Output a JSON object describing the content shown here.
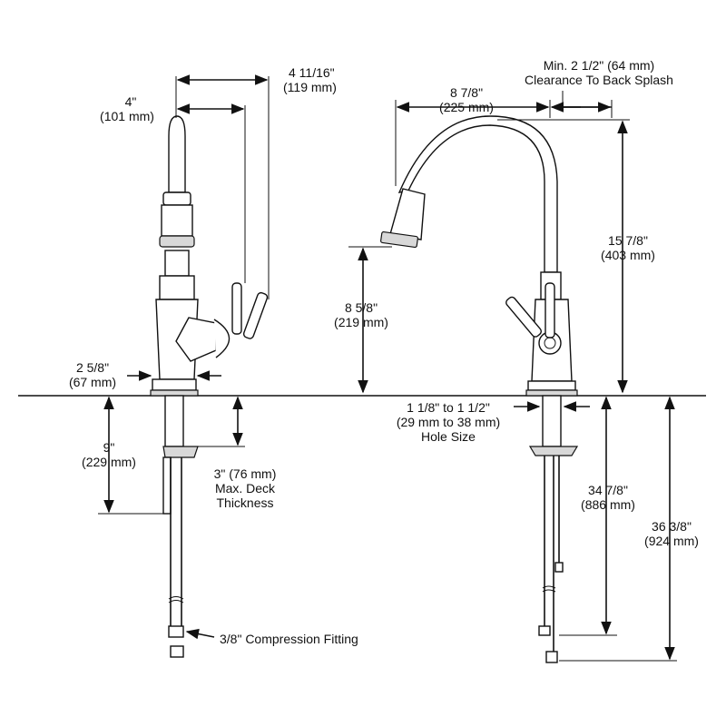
{
  "side_view": {
    "spray_reach": {
      "imperial": "4\"",
      "metric": "(101 mm)"
    },
    "handle_reach": {
      "imperial": "4 11/16\"",
      "metric": "(119 mm)"
    },
    "base_diameter": {
      "imperial": "2 5/8\"",
      "metric": "(67 mm)"
    },
    "shank_length": {
      "imperial": "9\"",
      "metric": "(229 mm)"
    },
    "deck_thickness": {
      "line1": "3\" (76 mm)",
      "line2": "Max. Deck",
      "line3": "Thickness"
    },
    "compression_fitting": "3/8\" Compression Fitting"
  },
  "front_view": {
    "back_splash": {
      "line1": "Min. 2 1/2\" (64 mm)",
      "line2": "Clearance To Back Splash"
    },
    "spout_reach": {
      "imperial": "8 7/8\"",
      "metric": "(225 mm)"
    },
    "spout_height": {
      "imperial": "8 5/8\"",
      "metric": "(219 mm)"
    },
    "overall_height": {
      "imperial": "15 7/8\"",
      "metric": "(403 mm)"
    },
    "hole_size": {
      "line1": "1 1/8\" to 1 1/2\"",
      "line2": "(29 mm to 38 mm)",
      "line3": "Hole Size"
    },
    "supply_length": {
      "imperial": "34 7/8\"",
      "metric": "(886 mm)"
    },
    "total_length": {
      "imperial": "36 3/8\"",
      "metric": "(924 mm)"
    }
  },
  "colors": {
    "line": "#111111",
    "background": "#ffffff",
    "shade": "#d8d8d8"
  }
}
